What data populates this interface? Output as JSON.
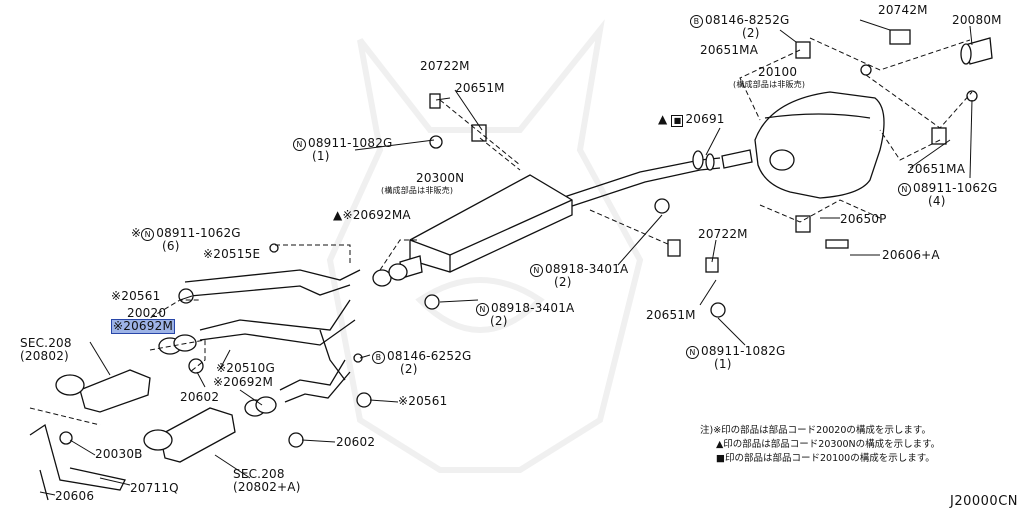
{
  "labels": {
    "p08146_top": "08146-8252G",
    "p08146_top_q": "(2)",
    "p20742M": "20742M",
    "p20080M": "20080M",
    "p20651MA_top": "20651MA",
    "p20722M_top": "20722M",
    "p20100": "20100",
    "p20100_note": "(構成部品は非販売)",
    "p20651M_top": "20651M",
    "p08911_left_top": "08911-1082G",
    "p08911_left_top_q": "(1)",
    "p20691": "20691",
    "p20651MA_right": "20651MA",
    "p08911_right": "08911-1062G",
    "p08911_right_q": "(4)",
    "p20300N": "20300N",
    "p20300N_note": "(構成部品は非販売)",
    "p20692MA": "20692MA",
    "p20650P": "20650P",
    "p08911_mid": "08911-1062G",
    "p08911_mid_q": "(6)",
    "p20722M_mid": "20722M",
    "p20606A": "20606+A",
    "p20515E": "20515E",
    "p08918_a": "08918-3401A",
    "p08918_a_q": "(2)",
    "p20561_top": "20561",
    "p20651M_mid": "20651M",
    "p08918_b": "08918-3401A",
    "p08918_b_q": "(2)",
    "p20020": "20020",
    "p20692M_hl": "20692M",
    "sec208_a": "SEC.208",
    "sec208_a_sub": "(20802)",
    "p08146_mid": "08146-6252G",
    "p08146_mid_q": "(2)",
    "p08911_bottom": "08911-1082G",
    "p08911_bottom_q": "(1)",
    "p20510G": "20510G",
    "p20692M_low": "20692M",
    "p20602_a": "20602",
    "p20561_low": "20561",
    "p20030B": "20030B",
    "p20602_b": "20602",
    "p20711Q": "20711Q",
    "sec208_b": "SEC.208",
    "sec208_b_sub": "(20802+A)",
    "p20606": "20606"
  },
  "symbols": {
    "n": "N",
    "b": "B",
    "star": "※",
    "triangle": "▲",
    "square": "■"
  },
  "notes": {
    "line1": "注)※印の部品は部品コード20020の構成を示します。",
    "line2": "▲印の部品は部品コード20300Nの構成を示します。",
    "line3": "■印の部品は部品コード20100の構成を示します。"
  },
  "diagram_code": "J20000CN",
  "colors": {
    "highlight": "#9db3e6",
    "line": "#111111"
  }
}
